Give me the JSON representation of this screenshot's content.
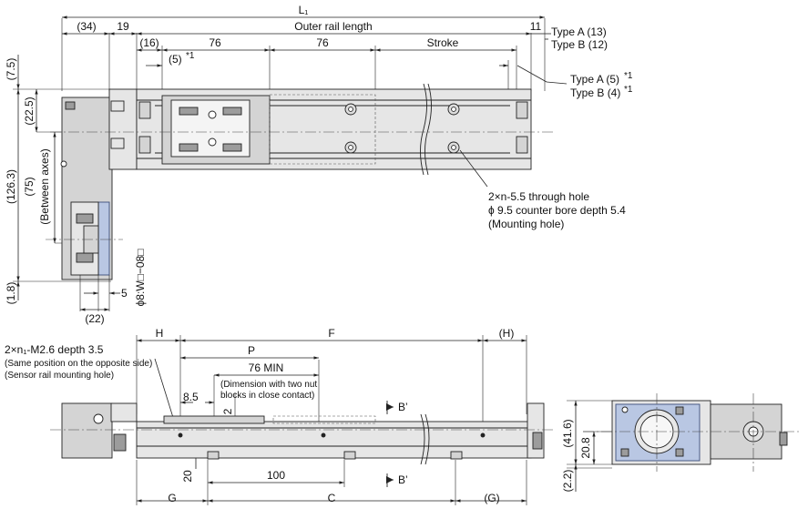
{
  "top_view": {
    "dims": {
      "l1": "L₁",
      "left_34": "(34)",
      "d19": "19",
      "outer_rail": "Outer rail length",
      "d11": "11",
      "d16": "(16)",
      "d76a": "76",
      "d76b": "76",
      "stroke": "Stroke",
      "d5": "(5)",
      "star5": "*1",
      "type_a_13": "Type A (13)",
      "type_b_12": "Type B (12)",
      "type_a_5": "Type A (5)",
      "type_a_5_star": "*1",
      "type_b_4": "Type B (4)",
      "type_b_4_star": "*1",
      "v7_5": "(7.5)",
      "v22_5": "(22.5)",
      "v126_3": "(126.3)",
      "v75": "(75)",
      "between_axes": "(Between axes)",
      "v1_8": "(1.8)",
      "h5": "5",
      "h22": "(22)",
      "shaft": "ϕ8:W□−08□"
    },
    "note": {
      "line1": "2×n-5.5 through hole",
      "line2": "ϕ 9.5 counter bore depth 5.4",
      "line3": "(Mounting hole)"
    }
  },
  "side_view": {
    "dims": {
      "h": "H",
      "h_paren": "(H)",
      "f": "F",
      "p": "P",
      "min76": "76 MIN",
      "min_note1": "(Dimension with two nut",
      "min_note2": "blocks in close contact)",
      "d8_5": "8.5",
      "d2": "2",
      "b_top": "B’",
      "b_bot": "B’",
      "d20": "20",
      "d100": "100",
      "g": "G",
      "c": "C",
      "g_paren": "(G)"
    },
    "note": {
      "line1": "2×n₁-M2.6 depth 3.5",
      "line2": "(Same position on the opposite side)",
      "line3": "(Sensor rail mounting hole)"
    }
  },
  "end_view": {
    "dims": {
      "v41_6": "(41.6)",
      "v20_8": "20.8",
      "v2_2": "(2.2)"
    }
  }
}
